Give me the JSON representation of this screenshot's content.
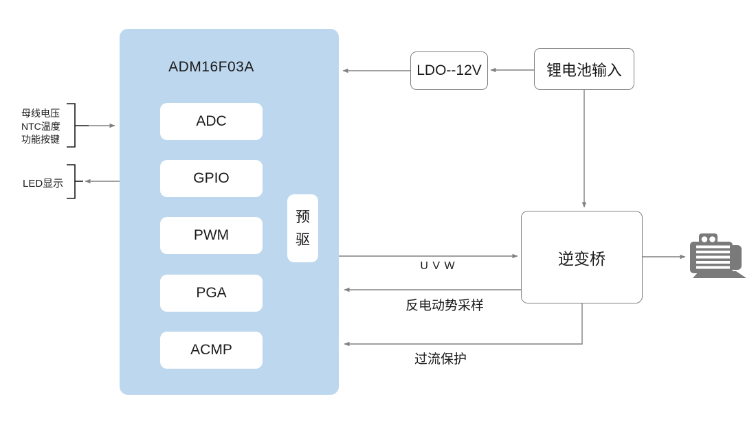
{
  "colors": {
    "chip_fill": "#bdd7ee",
    "box_border": "#808080",
    "wire": "#808080",
    "motor": "#7a7a7a",
    "text": "#1a1a1a"
  },
  "chip": {
    "title": "ADM16F03A",
    "blocks": [
      "ADC",
      "GPIO",
      "PWM",
      "PGA",
      "ACMP"
    ],
    "predriver": "预驱"
  },
  "left": {
    "input_lines": [
      "母线电压",
      "NTC温度",
      "功能按键"
    ],
    "led": "LED显示"
  },
  "power": {
    "ldo": "LDO--12V",
    "battery": "锂电池输入"
  },
  "inverter": "逆变桥",
  "wire_labels": {
    "uvw": "U V W",
    "bemf": "反电动势采样",
    "ocp": "过流保护"
  },
  "icons": {
    "motor": "motor-icon"
  }
}
